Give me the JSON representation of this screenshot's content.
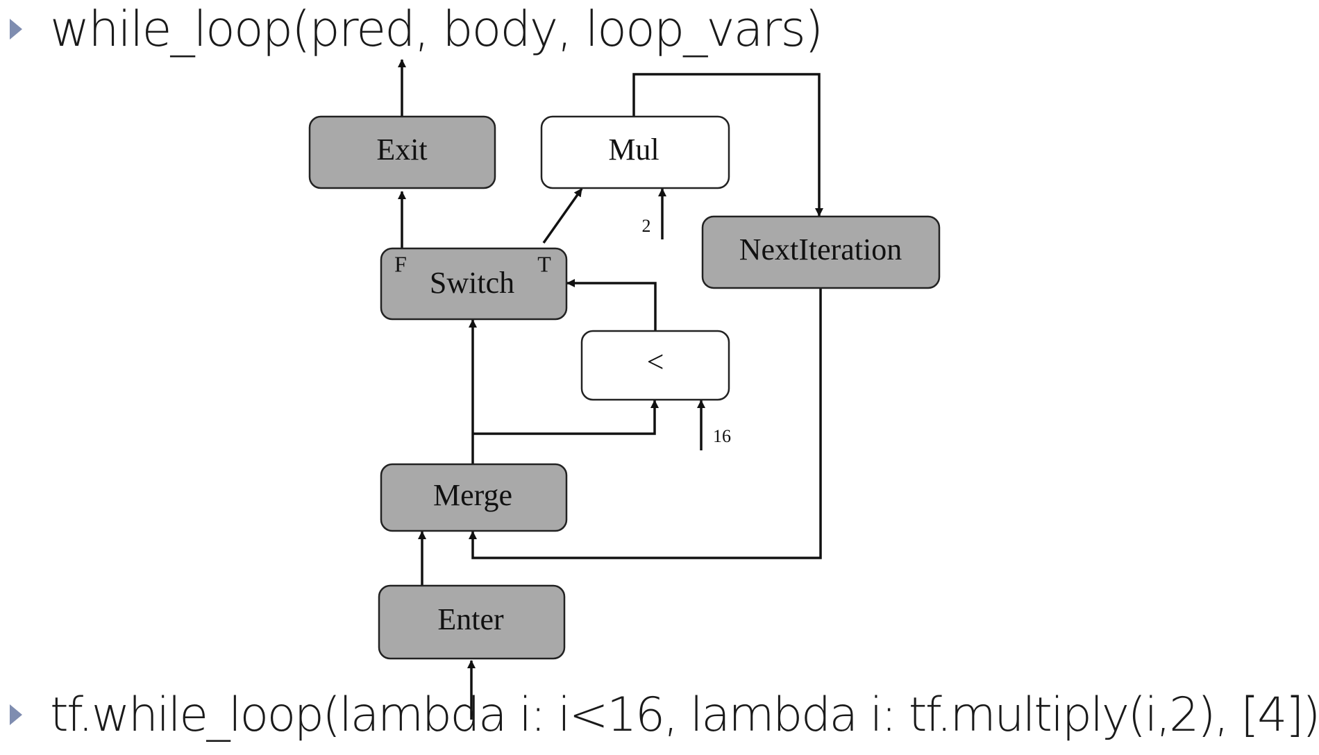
{
  "slide": {
    "bullet_top": "while_loop(pred, body, loop_vars)",
    "bullet_bottom": "tf.while_loop(lambda i: i<16, lambda i: tf.multiply(i,2), [4])"
  },
  "diagram": {
    "nodes": {
      "exit": "Exit",
      "mul": "Mul",
      "next_iteration": "NextIteration",
      "switch": "Switch",
      "less": "<",
      "merge": "Merge",
      "enter": "Enter"
    },
    "ports": {
      "switch_false": "F",
      "switch_true": "T"
    },
    "constants": {
      "mul_operand": "2",
      "less_operand": "16"
    }
  },
  "colors": {
    "control_node_fill": "#a9a9a9",
    "compute_node_fill": "#ffffff",
    "edge": "#111111",
    "bullet": "#7f8db0"
  }
}
